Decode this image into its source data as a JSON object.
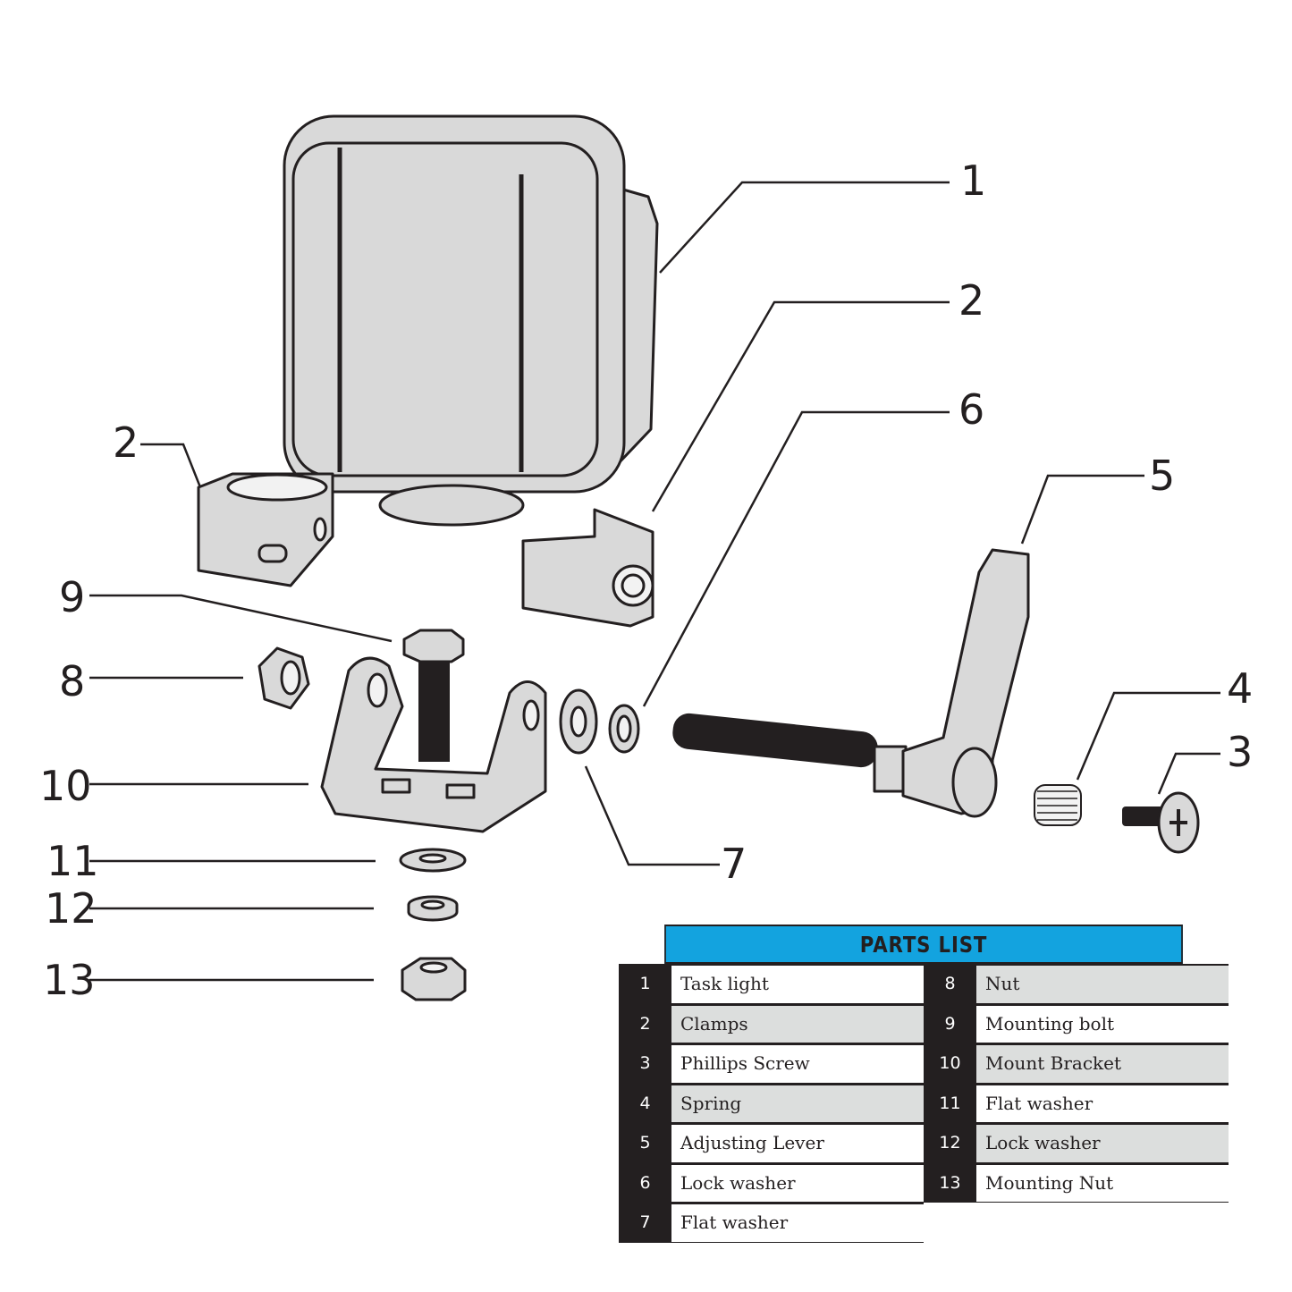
{
  "callouts": {
    "c1": "1",
    "c2a": "2",
    "c2b": "2",
    "c3": "3",
    "c4": "4",
    "c5": "5",
    "c6": "6",
    "c7": "7",
    "c8": "8",
    "c9": "9",
    "c10": "10",
    "c11": "11",
    "c12": "12",
    "c13": "13"
  },
  "parts_list": {
    "title": "PARTS LIST",
    "left": [
      {
        "num": "1",
        "name": "Task light"
      },
      {
        "num": "2",
        "name": "Clamps"
      },
      {
        "num": "3",
        "name": "Phillips Screw"
      },
      {
        "num": "4",
        "name": "Spring"
      },
      {
        "num": "5",
        "name": "Adjusting Lever"
      },
      {
        "num": "6",
        "name": "Lock washer"
      },
      {
        "num": "7",
        "name": "Flat washer"
      }
    ],
    "right": [
      {
        "num": "8",
        "name": "Nut"
      },
      {
        "num": "9",
        "name": "Mounting bolt"
      },
      {
        "num": "10",
        "name": "Mount Bracket"
      },
      {
        "num": "11",
        "name": "Flat washer"
      },
      {
        "num": "12",
        "name": "Lock washer"
      },
      {
        "num": "13",
        "name": "Mounting Nut"
      }
    ]
  },
  "colors": {
    "header": "#13a3df",
    "number_column": "#231f20",
    "shaded_row": "#dcdedd"
  }
}
